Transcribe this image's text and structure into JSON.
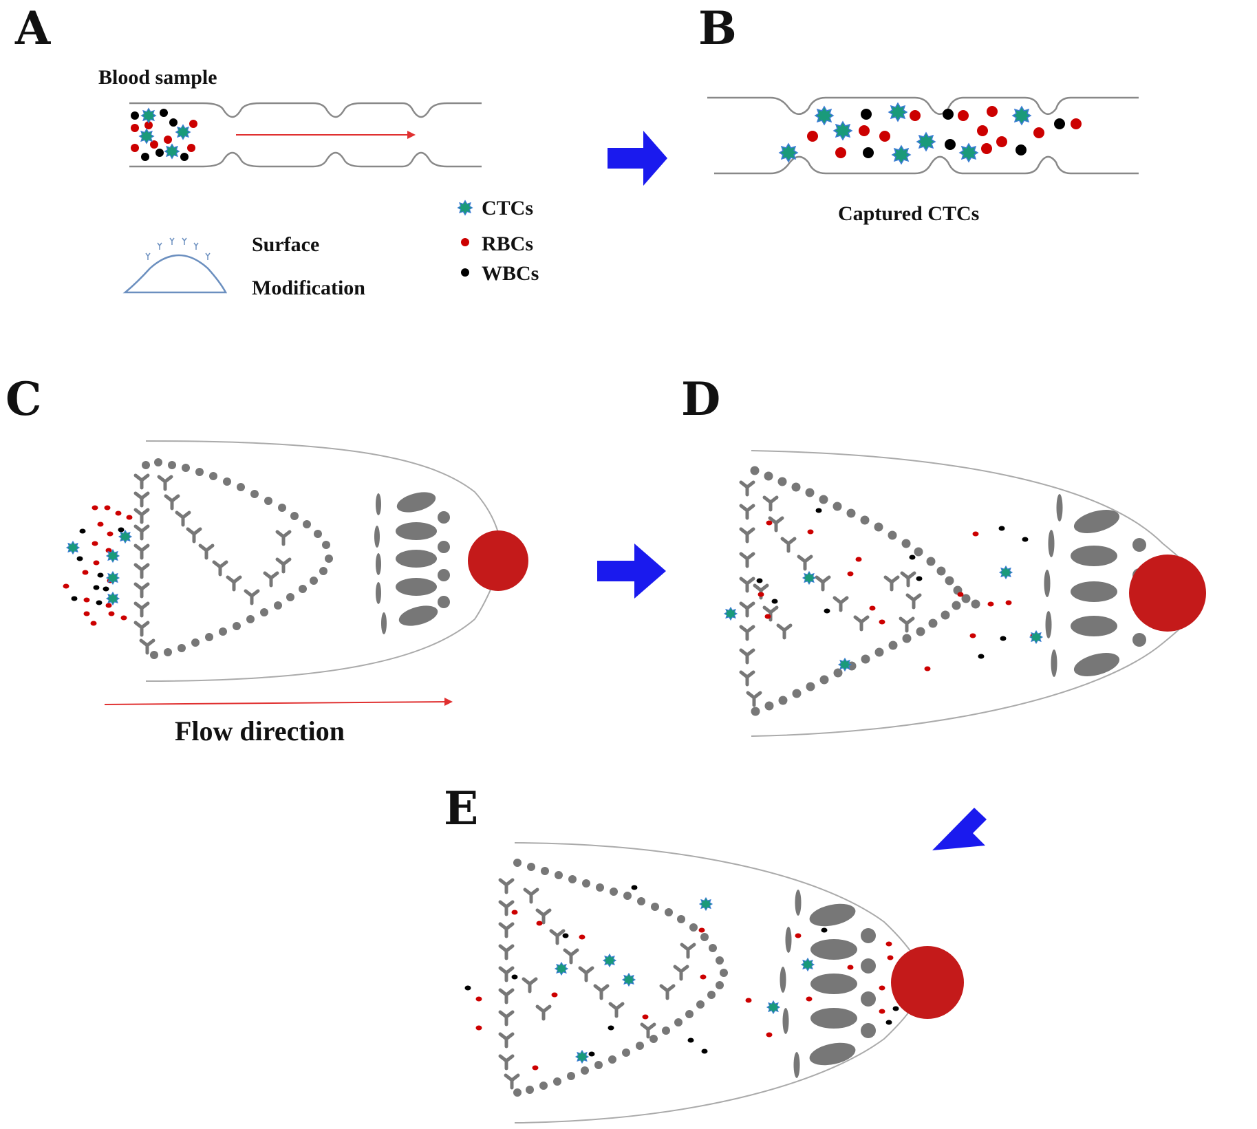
{
  "panels": {
    "a": "A",
    "b": "B",
    "c": "C",
    "d": "D",
    "e": "E"
  },
  "labels": {
    "blood_sample": "Blood sample",
    "surface_line1": "Surface",
    "surface_line2": "Modification",
    "captured": "Captured CTCs",
    "flow_direction": "Flow direction"
  },
  "legend": [
    {
      "key": "ctc",
      "label": "CTCs",
      "color": "#1a9a7a",
      "icon": "star-cell-icon"
    },
    {
      "key": "rbc",
      "label": "RBCs",
      "color": "#cc0000",
      "icon": "red-dot-icon"
    },
    {
      "key": "wbc",
      "label": "WBCs",
      "color": "#000000",
      "icon": "black-dot-icon"
    }
  ],
  "colors": {
    "ctc": "#1a9a7a",
    "ctc_rim": "#3a7bd5",
    "rbc": "#cc0000",
    "wbc": "#000000",
    "arrow": "#1a1aee",
    "flow_arrow": "#e03030",
    "post": "#777777",
    "outlet": "#c41a1a",
    "channel": "#888888"
  }
}
